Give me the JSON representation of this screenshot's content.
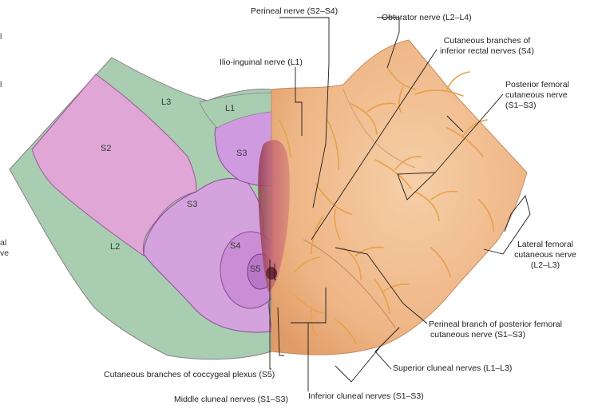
{
  "colors": {
    "dermatome_green": "#a8cdb0",
    "dermatome_pink": "#dfa6d6",
    "dermatome_violet": "#cf9ae0",
    "skin": "#f1bf93",
    "skin_shadow": "#e3a06f",
    "nerve": "#e8a64a",
    "leader": "#1a1a1a"
  },
  "zones": {
    "l3": "L3",
    "l1": "L1",
    "s2": "S2",
    "s3_upper": "S3",
    "s3_lower": "S3",
    "l2": "L2",
    "s4": "S4",
    "s5": "S5"
  },
  "labels": {
    "perineal": "Perineal nerve (S2–S4)",
    "obturator": "Obturator nerve (L2–L4)",
    "ilio_inguinal": "Ilio-inguinal nerve (L1)",
    "inferior_rectal": [
      "Cutaneous branches of",
      "inferior rectal nerves (S4)"
    ],
    "posterior_femoral": [
      "Posterior femoral",
      "cutaneous nerve",
      "(S1–S3)"
    ],
    "lateral_femoral": [
      "Lateral femoral",
      "cutaneous nerve",
      "(L2–L3)"
    ],
    "perineal_branch": [
      "Perineal branch of posterior femoral",
      "cutaneous nerve (S1–S3)"
    ],
    "superior_cluneal": "Superior cluneal nerves (L1–L3)",
    "coccygeal": "Cutaneous branches of coccygeal plexus (S5)",
    "middle_cluneal": "Middle cluneal nerves (S1–S3)",
    "inferior_cluneal": "Inferior cluneal nerves (S1–S3)"
  },
  "edge_fragments": {
    "top": "l",
    "middle": "l",
    "bottom": [
      "al",
      "ve"
    ]
  }
}
